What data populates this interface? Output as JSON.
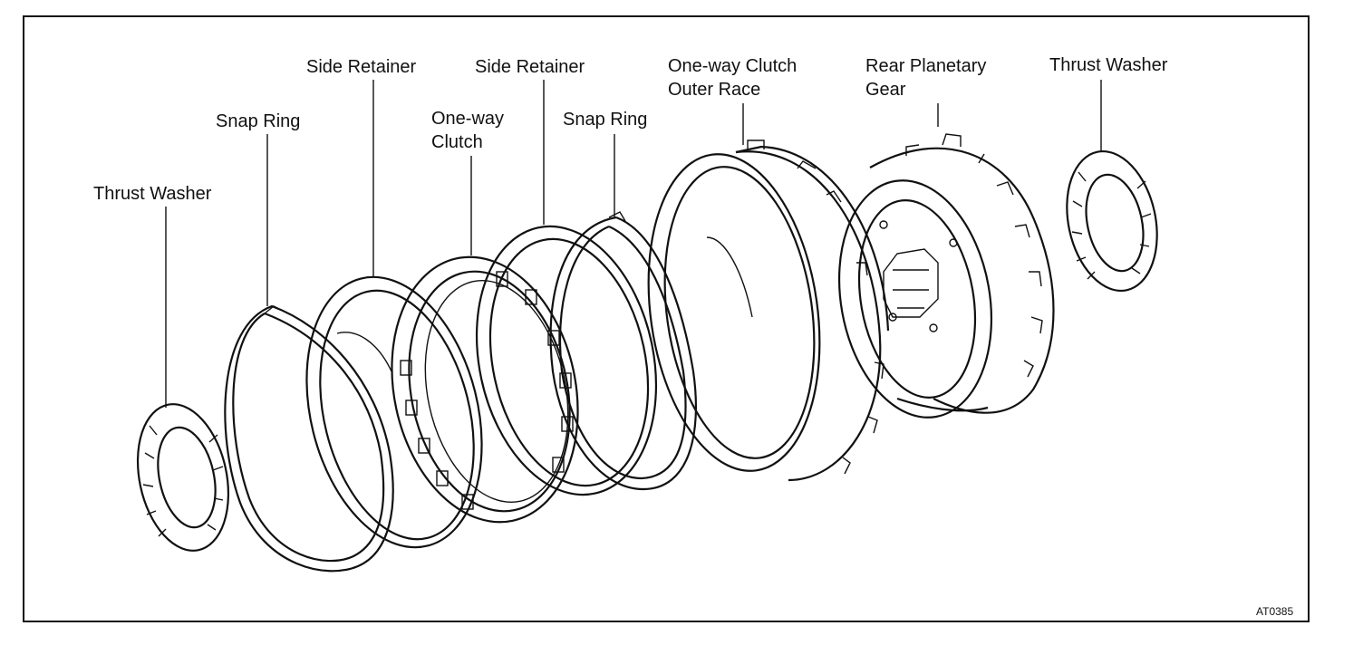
{
  "labels": {
    "thrust_washer_left": "Thrust Washer",
    "snap_ring_left": "Snap Ring",
    "side_retainer_left": "Side Retainer",
    "one_way_clutch": [
      "One-way",
      "Clutch"
    ],
    "side_retainer_right": "Side Retainer",
    "snap_ring_right": "Snap Ring",
    "outer_race": [
      "One-way Clutch",
      "Outer Race"
    ],
    "rear_planetary_gear": [
      "Rear Planetary",
      "Gear"
    ],
    "thrust_washer_right": "Thrust Washer"
  },
  "figure_code": "AT0385"
}
